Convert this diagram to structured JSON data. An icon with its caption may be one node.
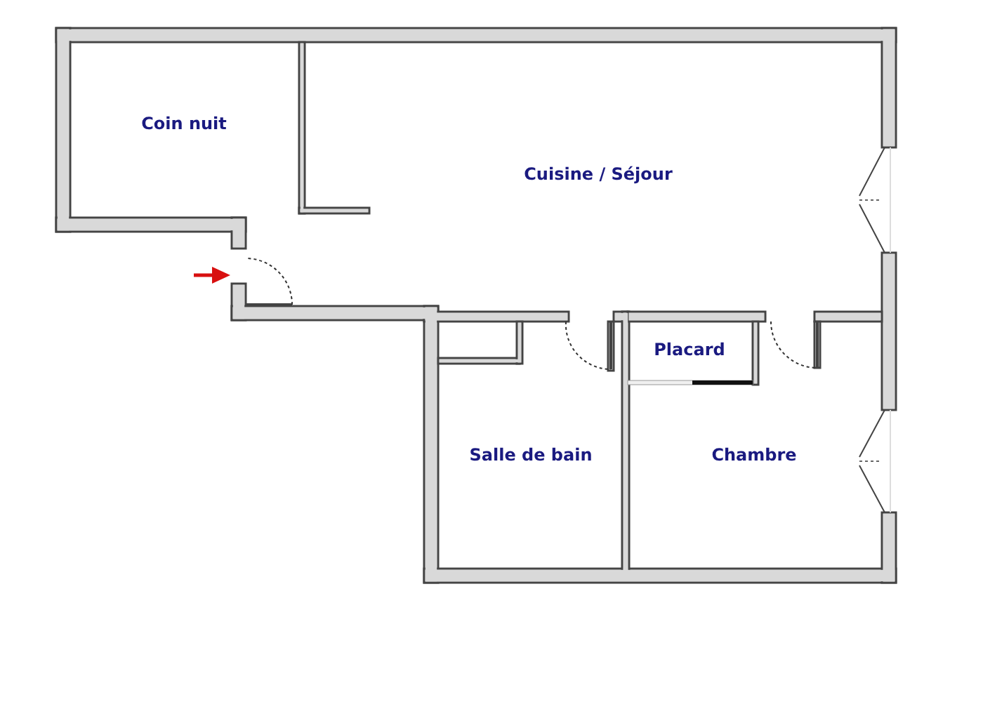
{
  "diagram": {
    "nodes": [
      {
        "text": [
          "Coin nuit"
        ]
      },
      {
        "text": [
          "Cuisine / Séjour"
        ]
      },
      {
        "text": [
          "Placard"
        ]
      },
      {
        "text": [
          "Salle de bain"
        ]
      },
      {
        "text": [
          "Chambre"
        ]
      }
    ]
  }
}
